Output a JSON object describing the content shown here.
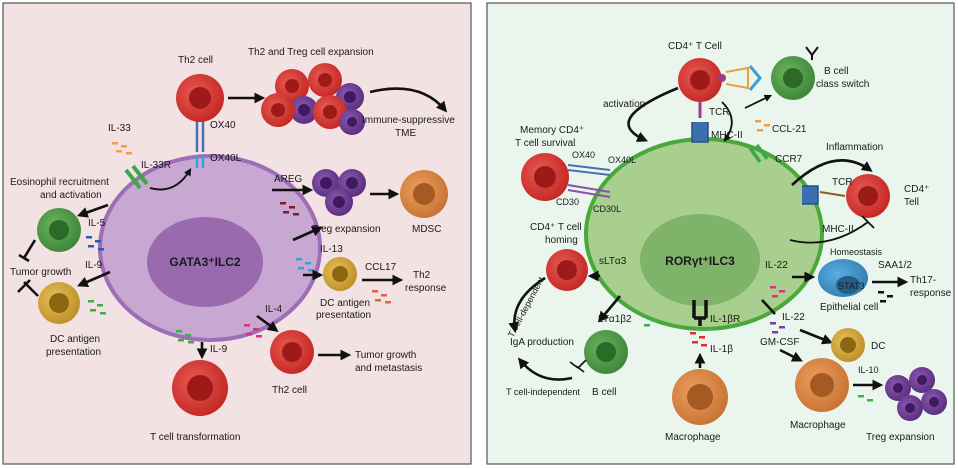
{
  "colors": {
    "left_panel_bg": "#f2e2e4",
    "right_panel_bg": "#eaf5ee",
    "ilc2_cell": "#c9a7d3",
    "ilc2_nucleus": "#9a6aae",
    "ilc3_cell": "#a8cf8e",
    "ilc3_nucleus": "#7fb36a",
    "ilc3_border": "#4aa83a",
    "red_cell": "#d9322f",
    "purple_cell": "#6c3c93",
    "green_cell": "#4e9a48",
    "gold_cell": "#d1a536",
    "orange_cell": "#dd8744",
    "blue_cell": "#3c8fc4"
  },
  "left": {
    "center_label": "GATA3⁺ILC2",
    "th2_cell_top": "Th2 cell",
    "expansion": "Th2 and Treg cell expansion",
    "ox40": "OX40",
    "ox40l": "OX40L",
    "il33": "IL-33",
    "il33r": "IL-33R",
    "immune_suppressive": "Immune-suppressive",
    "tme": "TME",
    "areg": "AREG",
    "treg_expansion": "Treg expansion",
    "mdsc": "MDSC",
    "eosinophil_line1": "Eosinophil recruitment",
    "eosinophil_line2": "and activation",
    "il5": "IL-5",
    "tumor_growth": "Tumor growth",
    "il9_left": "IL-9",
    "dc_antigen_left_line1": "DC antigen",
    "dc_antigen_left_line2": "presentation",
    "il13": "IL-13",
    "ccl17": "CCL17",
    "th2_response_line1": "Th2",
    "th2_response_line2": "response",
    "dc_antigen_right_line1": "DC antigen",
    "dc_antigen_right_line2": "presentation",
    "il4": "IL-4",
    "th2_cell_bottom": "Th2 cell",
    "metastasis_line1": "Tumor growth",
    "metastasis_line2": "and metastasis",
    "il9_bottom": "IL-9",
    "t_cell_transformation": "T cell transformation"
  },
  "right": {
    "center_label": "RORγt⁺ILC3",
    "cd4_t_cell": "CD4⁺ T Cell",
    "b_cell_line1": "B cell",
    "b_cell_line2": "class switch",
    "activation": "activation",
    "tcr_top": "TCR",
    "mhc2_top": "MHC-II",
    "ccl21": "CCL-21",
    "ccr7": "CCR7",
    "memory_line1": "Memory CD4⁺",
    "memory_line2": "T cell survival",
    "ox40": "OX40",
    "ox40l": "OX40L",
    "cd30": "CD30",
    "cd30l": "CD30L",
    "inflammation": "Inflammation",
    "tcr_right": "TCR",
    "cd4_tell_line1": "CD4⁺",
    "cd4_tell_line2": "Tell",
    "mhc2_right": "MHC-II",
    "homeostasis": "Homeostasis",
    "homing_line1": "CD4⁺ T cell",
    "homing_line2": "homing",
    "sltab": "sLTα3",
    "t_dependent": "T cell-dependent",
    "ltab": "LTα1β2",
    "iga": "IgA production",
    "t_independent": "T cell-independent",
    "b_cell": "B cell",
    "il1br": "IL-1βR",
    "il1b": "IL-1β",
    "macrophage_bottom": "Macrophage",
    "il22_top": "IL-22",
    "stat3": "STAT3",
    "saa": "SAA1/2",
    "th17_line1": "Th17-",
    "th17_line2": "response",
    "epithelial": "Epithelial cell",
    "il22_bottom": "IL-22",
    "gmcsf": "GM-CSF",
    "dc": "DC",
    "il10": "IL-10",
    "macrophage_right": "Macrophage",
    "treg_expansion": "Treg expansion"
  }
}
